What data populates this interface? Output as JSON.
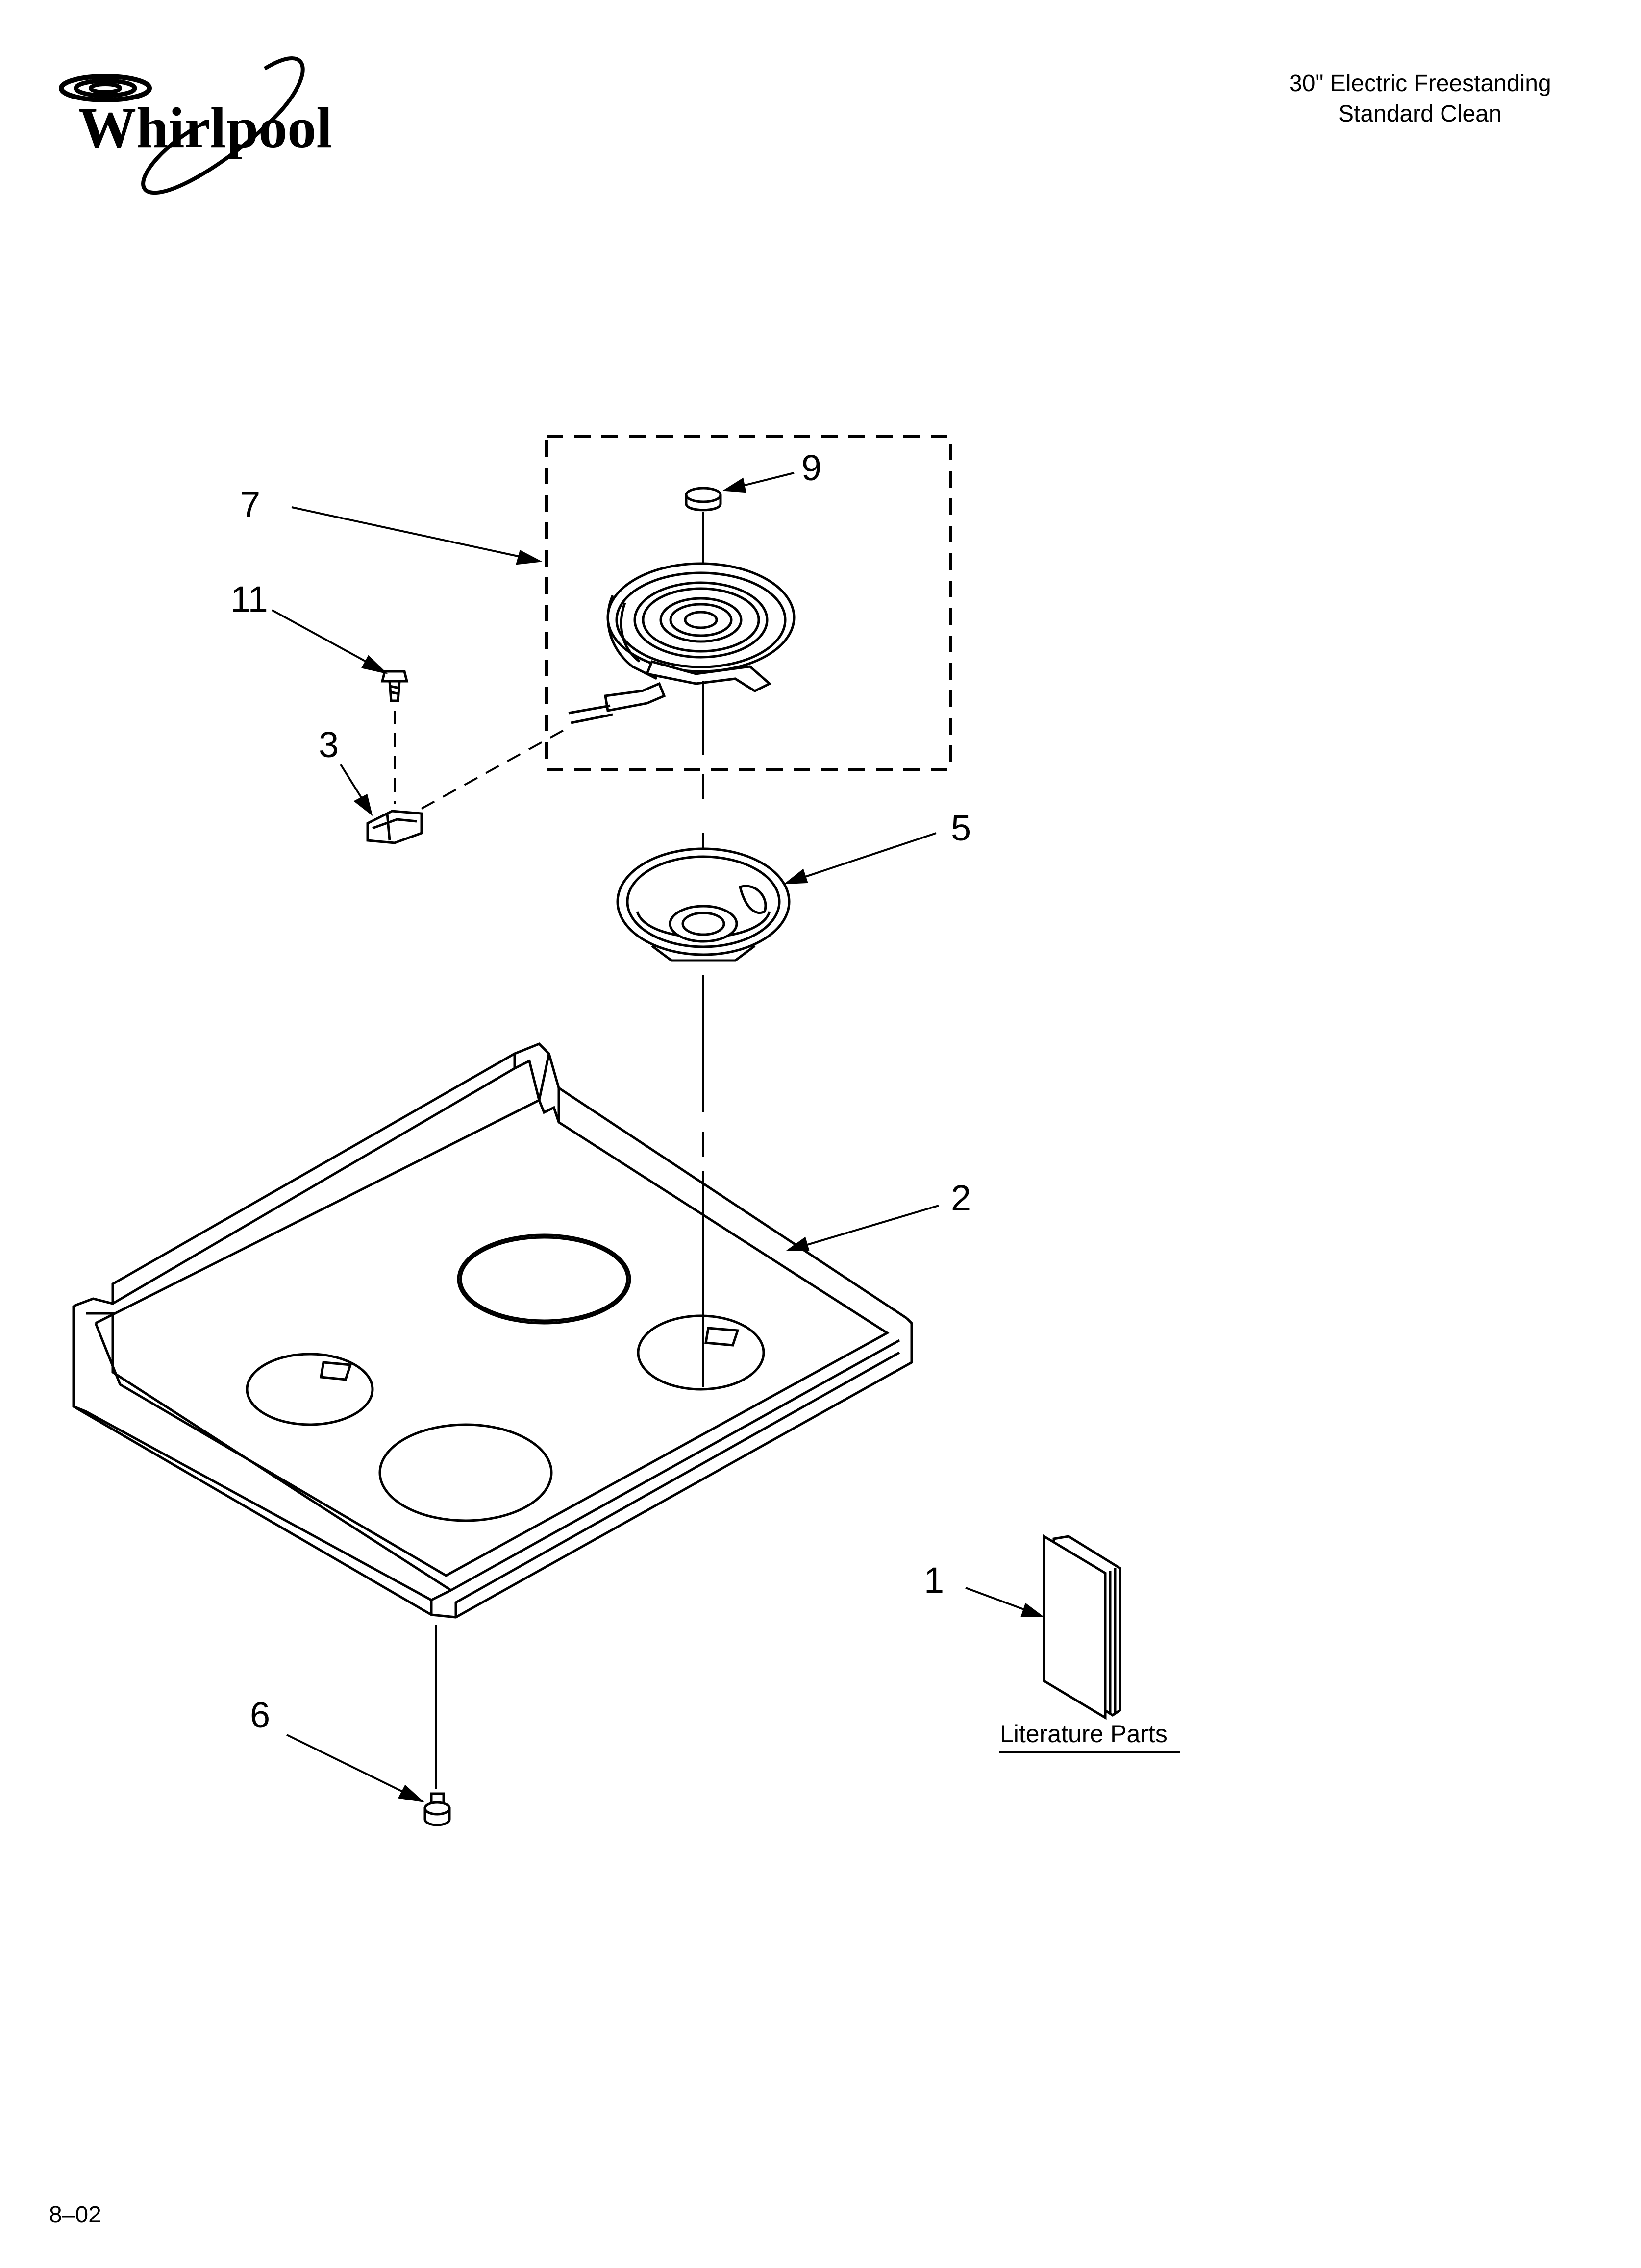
{
  "brand": {
    "logo_text": "Whirlpool"
  },
  "header": {
    "line1": "30\" Electric Freestanding",
    "line2": "Standard Clean"
  },
  "callouts": {
    "c1": "1",
    "c2": "2",
    "c3": "3",
    "c5": "5",
    "c6": "6",
    "c7": "7",
    "c9": "9",
    "c11": "11"
  },
  "literature": {
    "label": "Literature Parts"
  },
  "footer": {
    "date_code": "8–02"
  }
}
